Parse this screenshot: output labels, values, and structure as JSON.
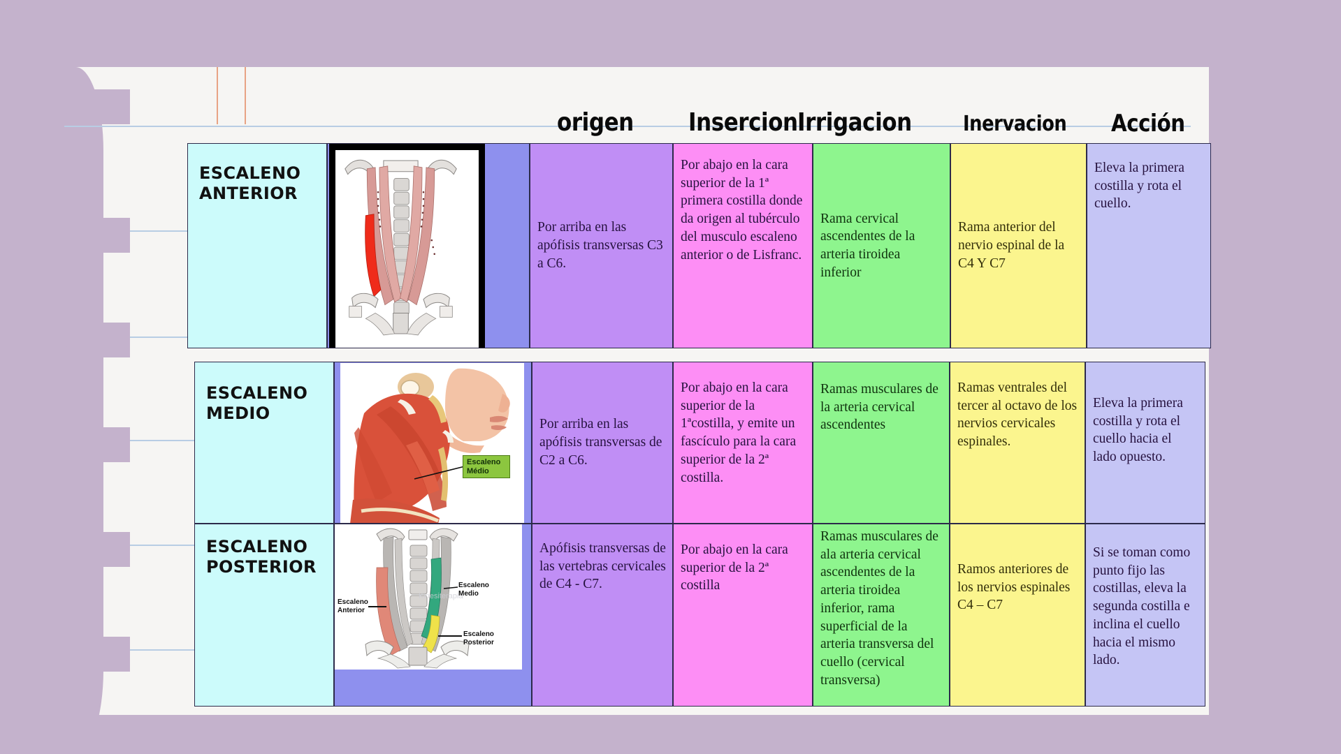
{
  "document": {
    "background_color": "#c4b2cc",
    "page_color": "#f6f5f3",
    "rule_color": "#b8cde4",
    "margin_rule_color": "#e8a384"
  },
  "table": {
    "headers": [
      {
        "key": "name",
        "label": ""
      },
      {
        "key": "image",
        "label": ""
      },
      {
        "key": "origen",
        "label": "origen"
      },
      {
        "key": "insercion",
        "label": "Insercion"
      },
      {
        "key": "irrigacion",
        "label": "Irrigacion"
      },
      {
        "key": "inervacion",
        "label": "Inervacion"
      },
      {
        "key": "accion",
        "label": "Acción"
      }
    ],
    "column_colors": {
      "name": "#ccfbfb",
      "image": "#8e90ee",
      "origen": "#c08ef5",
      "insercion": "#fd8ef5",
      "irrigacion": "#8ef58e",
      "inervacion": "#fbf58e",
      "accion": "#c5c5f5"
    },
    "rows": [
      {
        "name": "ESCALENO ANTERIOR",
        "image_alt": "Vista anterior de los músculos escalenos del cuello, escaleno anterior resaltado en rojo",
        "image_labels": [],
        "origen": "Por arriba en las apófisis transversas C3 a C6.",
        "insercion": "Por abajo en la cara superior de la 1ª primera costilla donde da origen al tubérculo del musculo escaleno anterior o de Lisfranc.",
        "irrigacion": "Rama cervical ascendentes de la arteria tiroidea inferior",
        "inervacion": "Rama anterior del nervio espinal de la C4 Y C7",
        "accion": "Eleva la primera costilla y rota el cuello."
      },
      {
        "name": "ESCALENO MEDIO",
        "image_alt": "Vista lateral del cuello con musculatura superficial, escaleno medio señalado",
        "image_labels": [
          "Escaleno\nMédio"
        ],
        "origen": "Por arriba en las apófisis transversas de C2 a C6.",
        "insercion": "Por abajo en la cara superior de la 1ªcostilla, y emite un fascículo para la cara superior de la 2ª costilla.",
        "irrigacion": "Ramas musculares de la arteria cervical ascendentes",
        "inervacion": "Ramas ventrales del tercer al octavo de los nervios cervicales espinales.",
        "accion": "Eleva la primera costilla y rota el cuello hacia el lado opuesto."
      },
      {
        "name": "ESCALENO POSTERIOR",
        "image_alt": "Vista anterior del cuello con los tres escalenos coloreados",
        "image_labels": [
          "Escaleno\nAnterior",
          "Escaleno\nMedio",
          "Escaleno\nPosterior"
        ],
        "origen": "Apófisis transversas de las vertebras cervicales de C4 - C7.",
        "insercion": "Por abajo en la cara superior de la 2ª costilla",
        "irrigacion": "Ramas musculares de ala arteria cervical ascendentes de la arteria tiroidea inferior, rama superficial de la arteria transversa del cuello (cervical transversa)",
        "inervacion": "Ramos anteriores de los nervios espinales C4 – C7",
        "accion": "Si se toman como punto fijo las costillas, eleva la segunda costilla e inclina el cuello hacia el mismo lado."
      }
    ]
  }
}
